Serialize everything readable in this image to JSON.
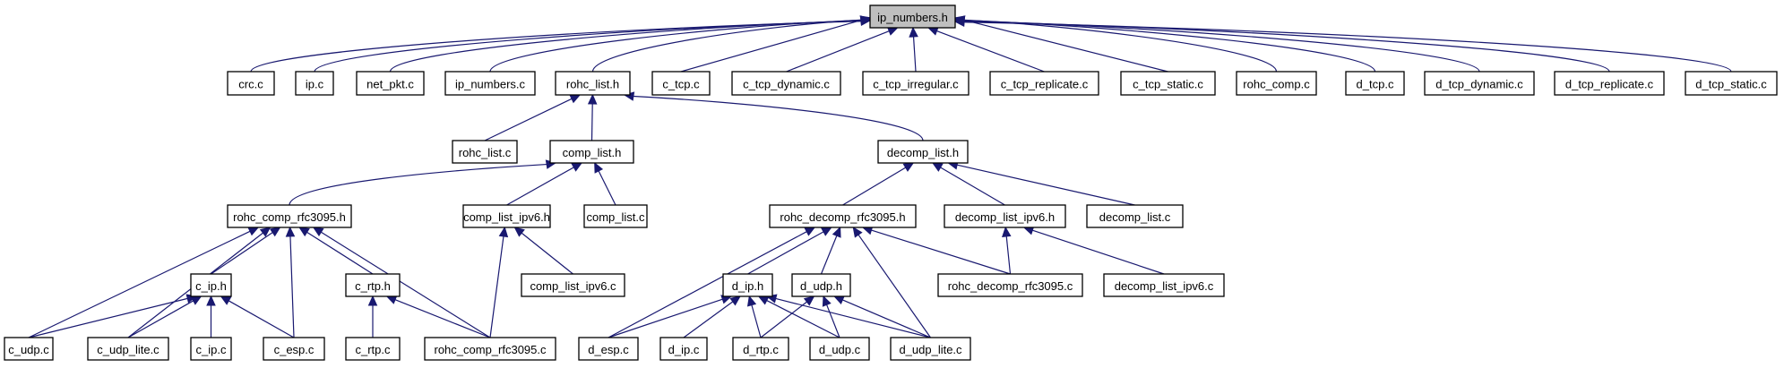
{
  "graph": {
    "title": "ip_numbers.h",
    "type": "include-dependency-graph",
    "colors": {
      "edge": "#191970",
      "root_fill": "#bfbfbf",
      "node_fill": "#ffffff",
      "node_border": "#000000"
    },
    "nodes": [
      {
        "id": "ip_numbers_h",
        "label": "ip_numbers.h",
        "root": true
      },
      {
        "id": "crc_c",
        "label": "crc.c"
      },
      {
        "id": "ip_c",
        "label": "ip.c"
      },
      {
        "id": "net_pkt_c",
        "label": "net_pkt.c"
      },
      {
        "id": "ip_numbers_c",
        "label": "ip_numbers.c"
      },
      {
        "id": "rohc_list_h",
        "label": "rohc_list.h"
      },
      {
        "id": "c_tcp_c",
        "label": "c_tcp.c"
      },
      {
        "id": "c_tcp_dynamic_c",
        "label": "c_tcp_dynamic.c"
      },
      {
        "id": "c_tcp_irregular_c",
        "label": "c_tcp_irregular.c"
      },
      {
        "id": "c_tcp_replicate_c",
        "label": "c_tcp_replicate.c"
      },
      {
        "id": "c_tcp_static_c",
        "label": "c_tcp_static.c"
      },
      {
        "id": "rohc_comp_c",
        "label": "rohc_comp.c"
      },
      {
        "id": "d_tcp_c",
        "label": "d_tcp.c"
      },
      {
        "id": "d_tcp_dynamic_c",
        "label": "d_tcp_dynamic.c"
      },
      {
        "id": "d_tcp_replicate_c",
        "label": "d_tcp_replicate.c"
      },
      {
        "id": "d_tcp_static_c",
        "label": "d_tcp_static.c"
      },
      {
        "id": "rohc_list_c",
        "label": "rohc_list.c"
      },
      {
        "id": "comp_list_h",
        "label": "comp_list.h"
      },
      {
        "id": "decomp_list_h",
        "label": "decomp_list.h"
      },
      {
        "id": "rohc_comp_rfc3095_h",
        "label": "rohc_comp_rfc3095.h"
      },
      {
        "id": "comp_list_ipv6_h",
        "label": "comp_list_ipv6.h"
      },
      {
        "id": "comp_list_c",
        "label": "comp_list.c"
      },
      {
        "id": "rohc_decomp_rfc3095_h",
        "label": "rohc_decomp_rfc3095.h"
      },
      {
        "id": "decomp_list_ipv6_h",
        "label": "decomp_list_ipv6.h"
      },
      {
        "id": "decomp_list_c",
        "label": "decomp_list.c"
      },
      {
        "id": "c_ip_h",
        "label": "c_ip.h"
      },
      {
        "id": "c_rtp_h",
        "label": "c_rtp.h"
      },
      {
        "id": "comp_list_ipv6_c",
        "label": "comp_list_ipv6.c"
      },
      {
        "id": "d_ip_h",
        "label": "d_ip.h"
      },
      {
        "id": "d_udp_h",
        "label": "d_udp.h"
      },
      {
        "id": "rohc_decomp_rfc3095_c",
        "label": "rohc_decomp_rfc3095.c"
      },
      {
        "id": "decomp_list_ipv6_c",
        "label": "decomp_list_ipv6.c"
      },
      {
        "id": "c_udp_c",
        "label": "c_udp.c"
      },
      {
        "id": "c_udp_lite_c",
        "label": "c_udp_lite.c"
      },
      {
        "id": "c_ip_c",
        "label": "c_ip.c"
      },
      {
        "id": "c_esp_c",
        "label": "c_esp.c"
      },
      {
        "id": "c_rtp_c",
        "label": "c_rtp.c"
      },
      {
        "id": "rohc_comp_rfc3095_c",
        "label": "rohc_comp_rfc3095.c"
      },
      {
        "id": "d_esp_c",
        "label": "d_esp.c"
      },
      {
        "id": "d_ip_c",
        "label": "d_ip.c"
      },
      {
        "id": "d_rtp_c",
        "label": "d_rtp.c"
      },
      {
        "id": "d_udp_c",
        "label": "d_udp.c"
      },
      {
        "id": "d_udp_lite_c",
        "label": "d_udp_lite.c"
      }
    ],
    "edges": [
      {
        "from": "crc_c",
        "to": "ip_numbers_h"
      },
      {
        "from": "ip_c",
        "to": "ip_numbers_h"
      },
      {
        "from": "net_pkt_c",
        "to": "ip_numbers_h"
      },
      {
        "from": "ip_numbers_c",
        "to": "ip_numbers_h"
      },
      {
        "from": "rohc_list_h",
        "to": "ip_numbers_h"
      },
      {
        "from": "c_tcp_c",
        "to": "ip_numbers_h"
      },
      {
        "from": "c_tcp_dynamic_c",
        "to": "ip_numbers_h"
      },
      {
        "from": "c_tcp_irregular_c",
        "to": "ip_numbers_h"
      },
      {
        "from": "c_tcp_replicate_c",
        "to": "ip_numbers_h"
      },
      {
        "from": "c_tcp_static_c",
        "to": "ip_numbers_h"
      },
      {
        "from": "rohc_comp_c",
        "to": "ip_numbers_h"
      },
      {
        "from": "d_tcp_c",
        "to": "ip_numbers_h"
      },
      {
        "from": "d_tcp_dynamic_c",
        "to": "ip_numbers_h"
      },
      {
        "from": "d_tcp_replicate_c",
        "to": "ip_numbers_h"
      },
      {
        "from": "d_tcp_static_c",
        "to": "ip_numbers_h"
      },
      {
        "from": "rohc_list_c",
        "to": "rohc_list_h"
      },
      {
        "from": "comp_list_h",
        "to": "rohc_list_h"
      },
      {
        "from": "decomp_list_h",
        "to": "rohc_list_h"
      },
      {
        "from": "rohc_comp_rfc3095_h",
        "to": "comp_list_h"
      },
      {
        "from": "comp_list_ipv6_h",
        "to": "comp_list_h"
      },
      {
        "from": "comp_list_c",
        "to": "comp_list_h"
      },
      {
        "from": "rohc_decomp_rfc3095_h",
        "to": "decomp_list_h"
      },
      {
        "from": "decomp_list_ipv6_h",
        "to": "decomp_list_h"
      },
      {
        "from": "decomp_list_c",
        "to": "decomp_list_h"
      },
      {
        "from": "c_ip_h",
        "to": "rohc_comp_rfc3095_h"
      },
      {
        "from": "c_rtp_h",
        "to": "rohc_comp_rfc3095_h"
      },
      {
        "from": "c_udp_c",
        "to": "rohc_comp_rfc3095_h"
      },
      {
        "from": "c_udp_lite_c",
        "to": "rohc_comp_rfc3095_h"
      },
      {
        "from": "c_esp_c",
        "to": "rohc_comp_rfc3095_h"
      },
      {
        "from": "rohc_comp_rfc3095_c",
        "to": "rohc_comp_rfc3095_h"
      },
      {
        "from": "comp_list_ipv6_c",
        "to": "comp_list_ipv6_h"
      },
      {
        "from": "rohc_comp_rfc3095_c",
        "to": "comp_list_ipv6_h"
      },
      {
        "from": "c_udp_c",
        "to": "c_ip_h"
      },
      {
        "from": "c_udp_lite_c",
        "to": "c_ip_h"
      },
      {
        "from": "c_ip_c",
        "to": "c_ip_h"
      },
      {
        "from": "c_esp_c",
        "to": "c_ip_h"
      },
      {
        "from": "c_rtp_c",
        "to": "c_rtp_h"
      },
      {
        "from": "rohc_comp_rfc3095_c",
        "to": "c_rtp_h"
      },
      {
        "from": "d_ip_h",
        "to": "rohc_decomp_rfc3095_h"
      },
      {
        "from": "d_udp_h",
        "to": "rohc_decomp_rfc3095_h"
      },
      {
        "from": "d_esp_c",
        "to": "rohc_decomp_rfc3095_h"
      },
      {
        "from": "d_udp_lite_c",
        "to": "rohc_decomp_rfc3095_h"
      },
      {
        "from": "rohc_decomp_rfc3095_c",
        "to": "rohc_decomp_rfc3095_h"
      },
      {
        "from": "rohc_decomp_rfc3095_c",
        "to": "decomp_list_ipv6_h"
      },
      {
        "from": "decomp_list_ipv6_c",
        "to": "decomp_list_ipv6_h"
      },
      {
        "from": "d_esp_c",
        "to": "d_ip_h"
      },
      {
        "from": "d_ip_c",
        "to": "d_ip_h"
      },
      {
        "from": "d_rtp_c",
        "to": "d_ip_h"
      },
      {
        "from": "d_udp_c",
        "to": "d_ip_h"
      },
      {
        "from": "d_udp_lite_c",
        "to": "d_ip_h"
      },
      {
        "from": "d_rtp_c",
        "to": "d_udp_h"
      },
      {
        "from": "d_udp_c",
        "to": "d_udp_h"
      },
      {
        "from": "d_udp_lite_c",
        "to": "d_udp_h"
      }
    ]
  }
}
